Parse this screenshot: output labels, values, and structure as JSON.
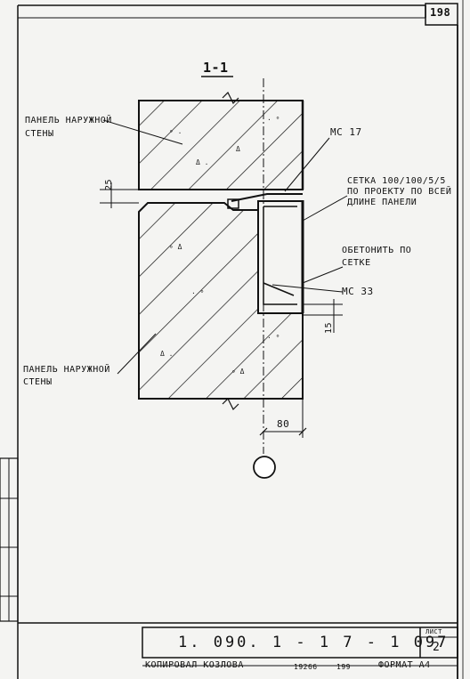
{
  "page_number": "198",
  "section_title": "1-1",
  "labels": {
    "panel_top": [
      "ПАНЕЛЬ НАРУЖНОЙ",
      "СТЕНЫ"
    ],
    "panel_bottom": [
      "ПАНЕЛЬ НАРУЖНОЙ",
      "СТЕНЫ"
    ],
    "mg17": "МС 17",
    "mesh": [
      "СЕТКА 100/100/5/5",
      "ПО ПРОЕКТУ ПО ВСЕЙ",
      "ДЛИНЕ ПАНЕЛИ"
    ],
    "concrete": [
      "ОБЕТОНИТЬ ПО",
      "СЕТКЕ"
    ],
    "mg33": "МС 33"
  },
  "dimensions": {
    "gap": "25",
    "offset": "15",
    "axis": "80"
  },
  "title_block": {
    "code": "1. 090. 1 - 1 7 - 1  097",
    "sheet_label": "ЛИСТ",
    "sheet_number": "2"
  },
  "footer": {
    "copied_by": "КОПИРОВАЛ КОЗЛОВА",
    "order_no": "19266",
    "number": "199",
    "format": "ФОРМАТ А4"
  }
}
